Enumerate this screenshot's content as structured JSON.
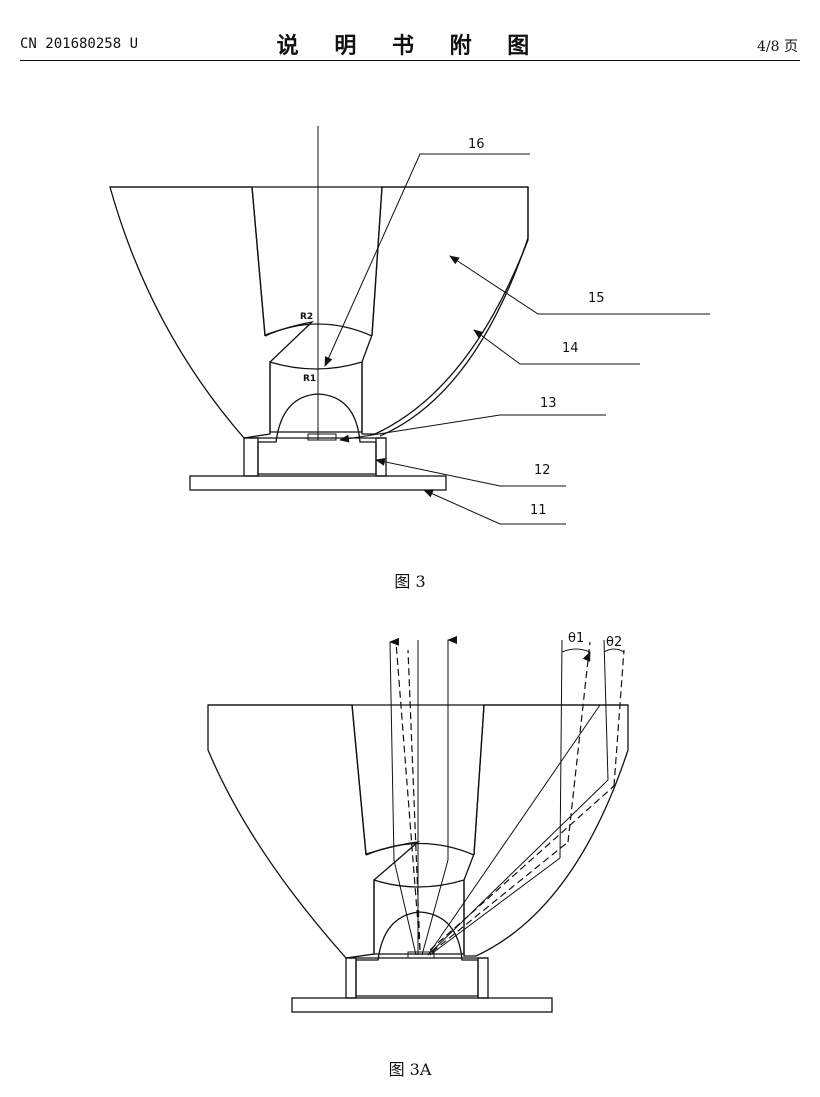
{
  "header": {
    "doc_number": "CN 201680258 U",
    "section_title": "说 明 书 附 图",
    "page": "4/8 页"
  },
  "figure_3": {
    "caption": "图 3",
    "labels": {
      "n16": "16",
      "n15": "15",
      "n14": "14",
      "n13": "13",
      "n12": "12",
      "n11": "11",
      "r2": "R2",
      "r1": "R1"
    }
  },
  "figure_3a": {
    "caption": "图 3A",
    "labels": {
      "theta1": "θ1",
      "theta2": "θ2"
    }
  }
}
